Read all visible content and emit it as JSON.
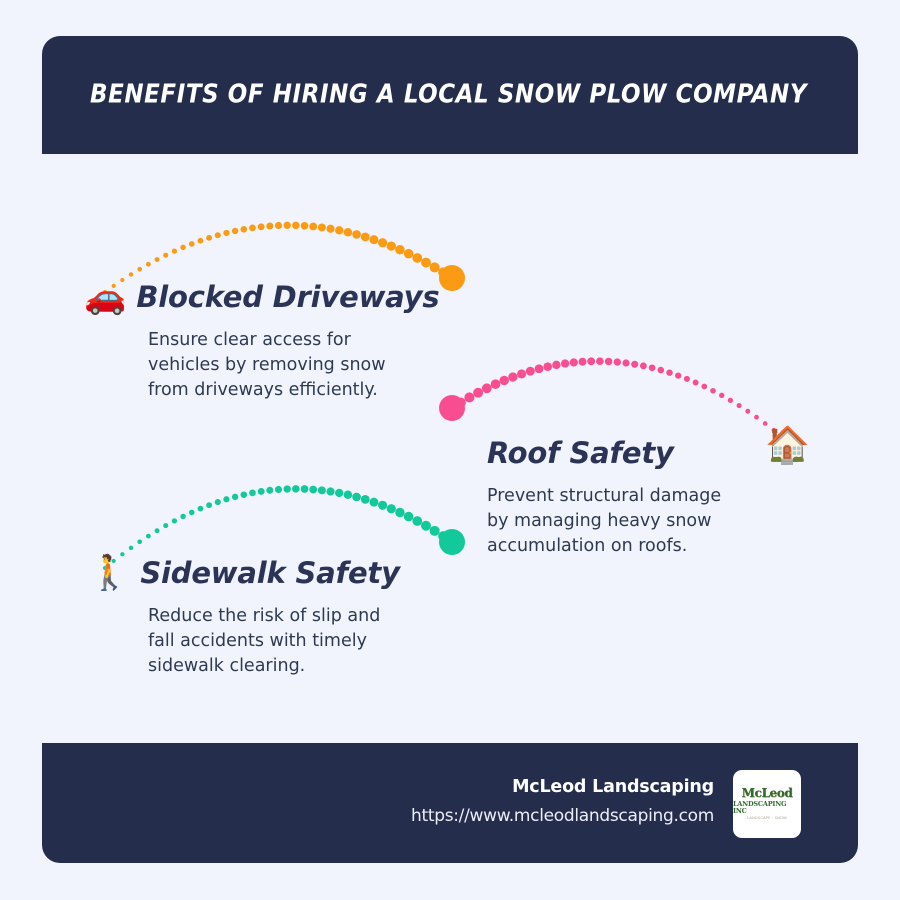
{
  "page": {
    "background_color": "#f1f4fc",
    "panel_color": "#242d4c"
  },
  "header": {
    "title": "BENEFITS OF HIRING A LOCAL SNOW PLOW COMPANY"
  },
  "blocks": [
    {
      "id": "driveways",
      "icon": "car-emoji",
      "icon_glyph": "🚗",
      "title": "Blocked Driveways",
      "description": "Ensure clear access for\nvehicles by removing snow\nfrom driveways efficiently.",
      "accent_color": "#fb9a13",
      "accent_name": "orange"
    },
    {
      "id": "roof",
      "icon": "house-emoji",
      "icon_glyph": "🏠",
      "title": "Roof Safety",
      "description": "Prevent structural damage\nby managing heavy snow\naccumulation on roofs.",
      "accent_color": "#f84e91",
      "accent_name": "pink"
    },
    {
      "id": "sidewalk",
      "icon": "walking-person-emoji",
      "icon_glyph": "🚶",
      "title": "Sidewalk Safety",
      "description": "Reduce the risk of slip and\nfall accidents with timely\nsidewalk clearing.",
      "accent_color": "#13c99b",
      "accent_name": "teal"
    }
  ],
  "footer": {
    "brand": "McLeod Landscaping",
    "url": "https://www.mcleodlandscaping.com",
    "logo": {
      "main": "McLeod",
      "sub": "LANDSCAPING INC",
      "tagline": "LANDSCAPE · SNOW"
    }
  }
}
